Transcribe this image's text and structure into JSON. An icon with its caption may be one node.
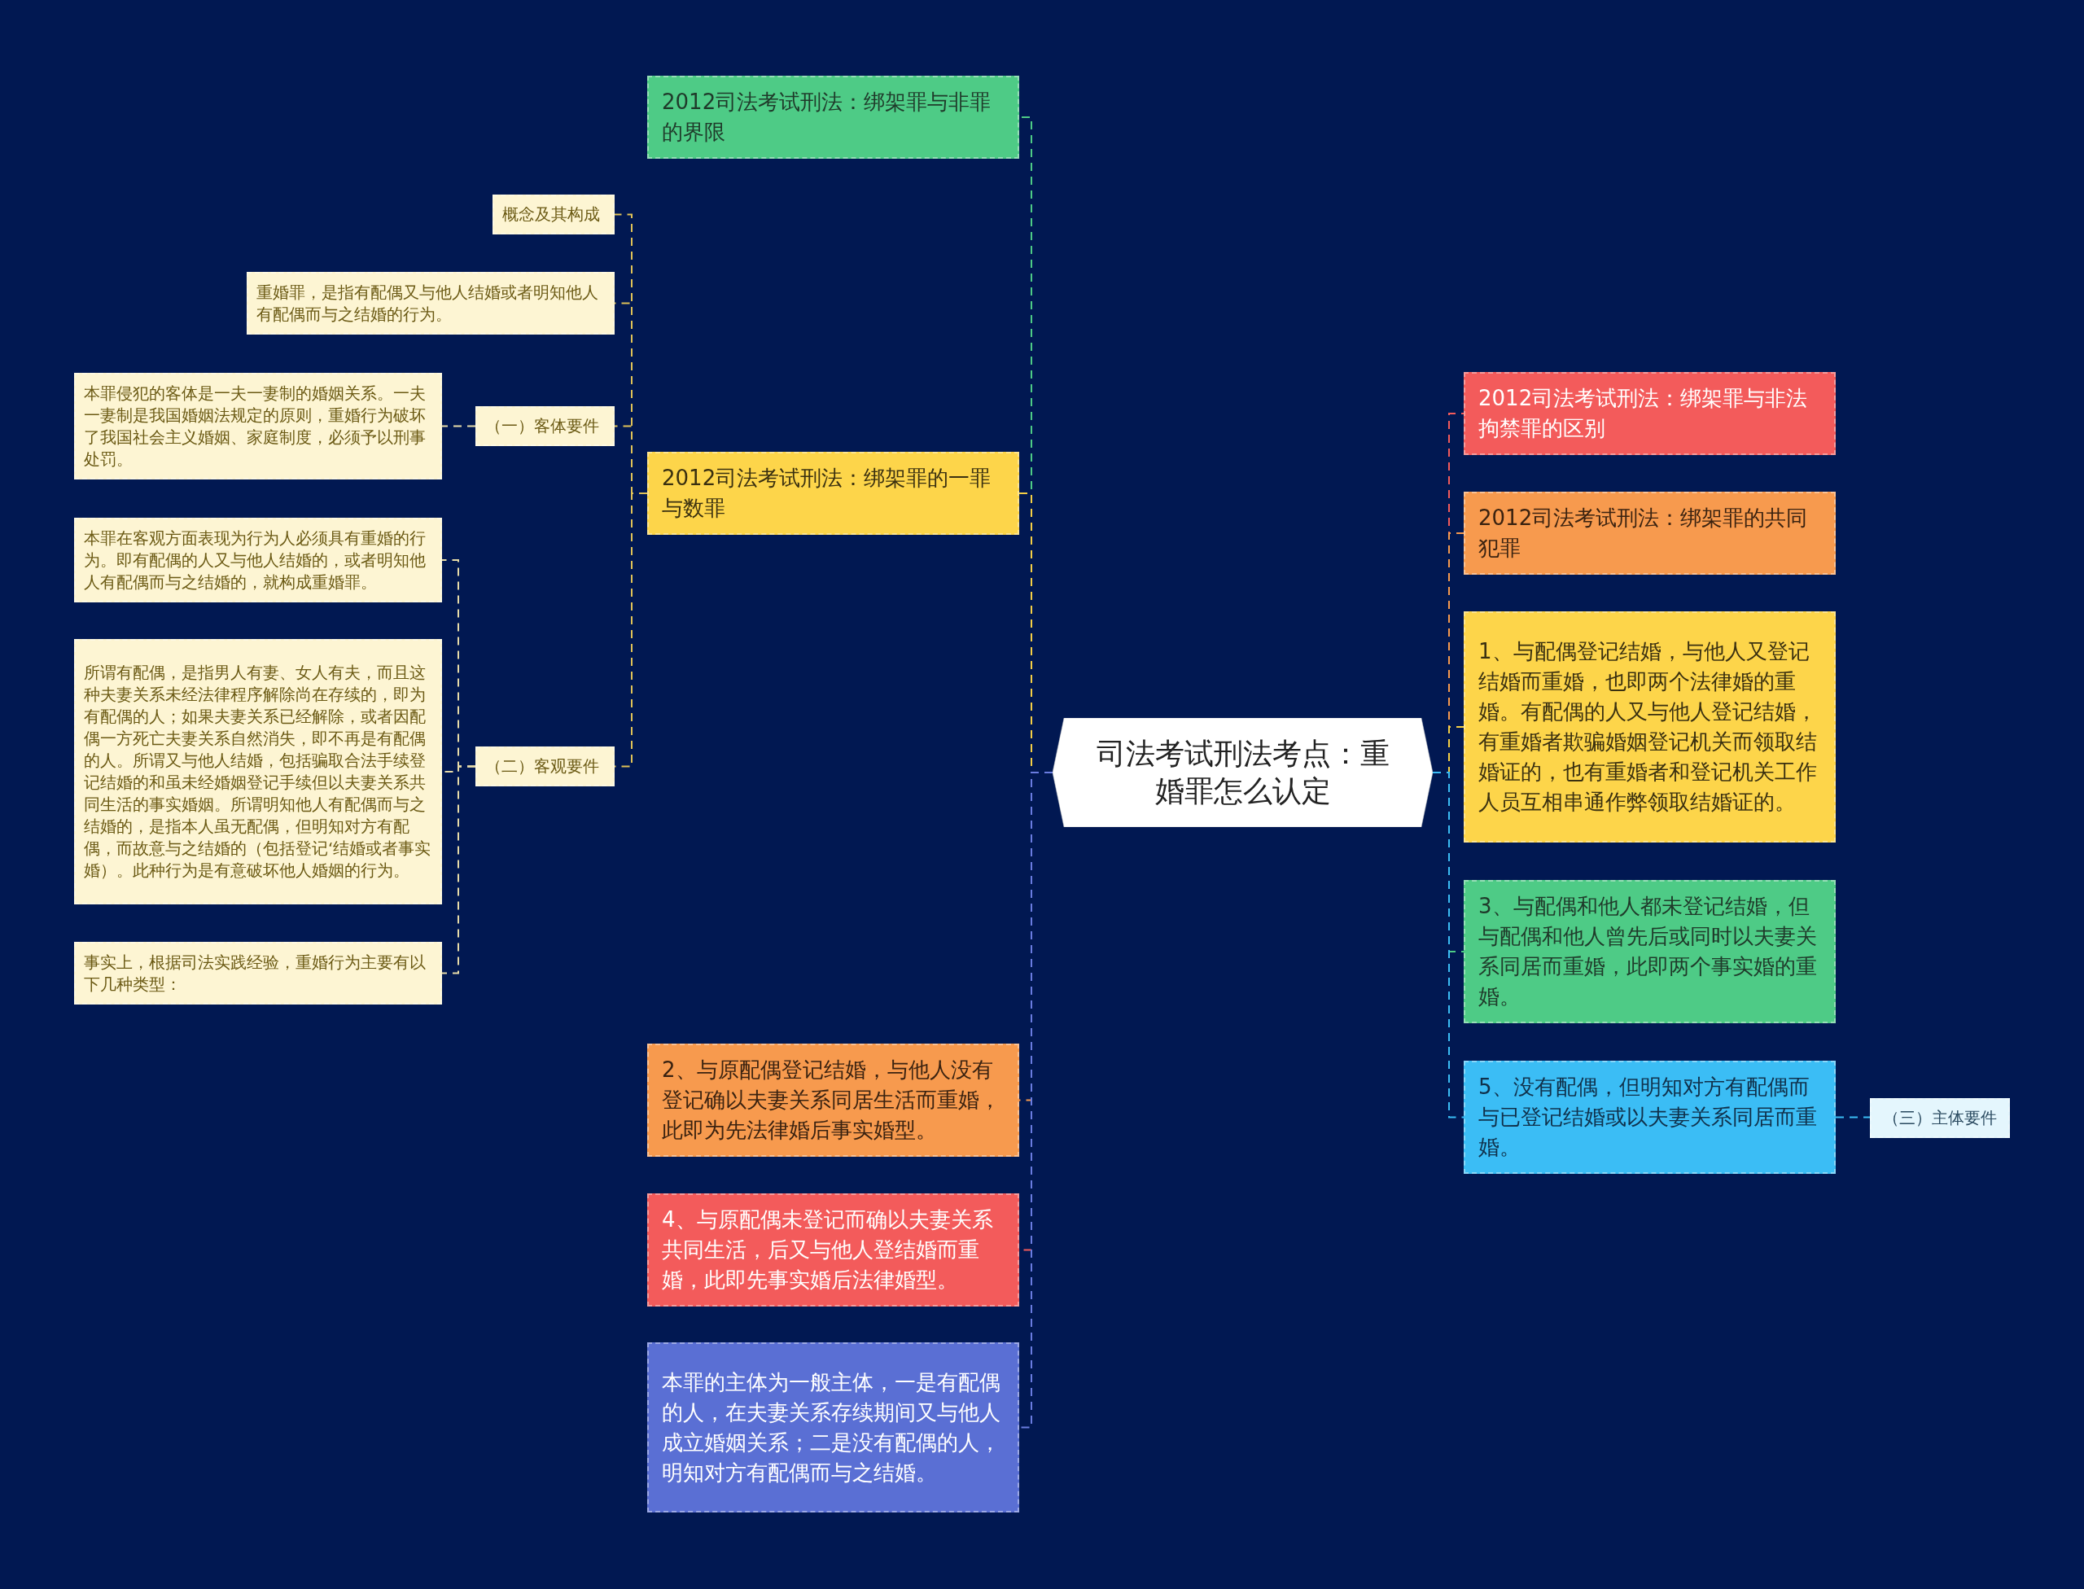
{
  "diagram": {
    "nodes": [
      {
        "text": [
          "司法考试刑法考点：重婚罪怎么认定"
        ]
      },
      {
        "text": [
          "2012司法考试刑法：绑架罪与非罪的界限"
        ]
      },
      {
        "text": [
          "2012司法考试刑法：绑架罪的一罪与数罪"
        ]
      },
      {
        "text": [
          "概念及其构成"
        ]
      },
      {
        "text": [
          "重婚罪，是指有配偶又与他人结婚或者明知他人有配偶而与之结婚的行为。"
        ]
      },
      {
        "text": [
          "（一）客体要件"
        ]
      },
      {
        "text": [
          "本罪侵犯的客体是一夫一妻制的婚姻关系。一夫一妻制是我国婚姻法规定的原则，重婚行为破坏了我国社会主义婚姻、家庭制度，必须予以刑事处罚。"
        ]
      },
      {
        "text": [
          "（二）客观要件"
        ]
      },
      {
        "text": [
          "本罪在客观方面表现为行为人必须具有重婚的行为。即有配偶的人又与他人结婚的，或者明知他人有配偶而与之结婚的，就构成重婚罪。"
        ]
      },
      {
        "text": [
          "所谓有配偶，是指男人有妻、女人有夫，而且这种夫妻关系未经法律程序解除尚在存续的，即为有配偶的人；如果夫妻关系已经解除，或者因配偶一方死亡夫妻关系自然消失，即不再是有配偶的人。所谓又与他人结婚，包括骗取合法手续登记结婚的和虽未经婚姻登记手续但以夫妻关系共同生活的事实婚姻。所谓明知他人有配偶而与之结婚的，是指本人虽无配偶，但明知对方有配偶，而故意与之结婚的（包括登记‘结婚或者事实婚）。此种行为是有意破坏他人婚姻的行为。"
        ]
      },
      {
        "text": [
          "事实上，根据司法实践经验，重婚行为主要有以下几种类型："
        ]
      },
      {
        "text": [
          "2、与原配偶登记结婚，与他人没有登记确以夫妻关系同居生活而重婚，此即为先法律婚后事实婚型。"
        ]
      },
      {
        "text": [
          "4、与原配偶未登记而确以夫妻关系共同生活，后又与他人登结婚而重婚，此即先事实婚后法律婚型。"
        ]
      },
      {
        "text": [
          "本罪的主体为一般主体，一是有配偶的人，在夫妻关系存续期间又与他人成立婚姻关系；二是没有配偶的人，明知对方有配偶而与之结婚。"
        ]
      },
      {
        "text": [
          "2012司法考试刑法：绑架罪与非法拘禁罪的区别"
        ]
      },
      {
        "text": [
          "2012司法考试刑法：绑架罪的共同犯罪"
        ]
      },
      {
        "text": [
          "1、与配偶登记结婚，与他人又登记结婚而重婚，也即两个法律婚的重婚。有配偶的人又与他人登记结婚，有重婚者欺骗婚姻登记机关而领取结婚证的，也有重婚者和登记机关工作人员互相串通作弊领取结婚证的。"
        ]
      },
      {
        "text": [
          "3、与配偶和他人都未登记结婚，但与配偶和他人曾先后或同时以夫妻关系同居而重婚，此即两个事实婚的重婚。"
        ]
      },
      {
        "text": [
          "5、没有配偶，但明知对方有配偶而与已登记结婚或以夫妻关系同居而重婚。"
        ]
      },
      {
        "text": [
          "（三）主体要件"
        ]
      }
    ],
    "edges": [
      {
        "from": 0,
        "to": 1,
        "arrow": "none",
        "style": "dashed",
        "color": "#4ecb86"
      },
      {
        "from": 0,
        "to": 2,
        "arrow": "none",
        "style": "dashed",
        "color": "#f5cf45"
      },
      {
        "from": 2,
        "to": 3,
        "arrow": "none",
        "style": "dashed",
        "color": "#e0c257"
      },
      {
        "from": 2,
        "to": 4,
        "arrow": "none",
        "style": "dashed",
        "color": "#e0c257"
      },
      {
        "from": 2,
        "to": 5,
        "arrow": "none",
        "style": "dashed",
        "color": "#e0c257"
      },
      {
        "from": 5,
        "to": 6,
        "arrow": "none",
        "style": "dashed",
        "color": "#e8dca8"
      },
      {
        "from": 2,
        "to": 7,
        "arrow": "none",
        "style": "dashed",
        "color": "#e0c257"
      },
      {
        "from": 7,
        "to": 8,
        "arrow": "none",
        "style": "dashed",
        "color": "#e8dca8"
      },
      {
        "from": 7,
        "to": 9,
        "arrow": "none",
        "style": "dashed",
        "color": "#e8dca8"
      },
      {
        "from": 7,
        "to": 10,
        "arrow": "none",
        "style": "dashed",
        "color": "#e8dca8"
      },
      {
        "from": 0,
        "to": 11,
        "arrow": "none",
        "style": "dashed",
        "color": "#f79a4e"
      },
      {
        "from": 0,
        "to": 12,
        "arrow": "none",
        "style": "dashed",
        "color": "#f35b5b"
      },
      {
        "from": 0,
        "to": 13,
        "arrow": "none",
        "style": "dashed",
        "color": "#6a7ce0"
      },
      {
        "from": 0,
        "to": 14,
        "arrow": "none",
        "style": "dashed",
        "color": "#f35b5b"
      },
      {
        "from": 0,
        "to": 15,
        "arrow": "none",
        "style": "dashed",
        "color": "#f79a4e"
      },
      {
        "from": 0,
        "to": 16,
        "arrow": "none",
        "style": "dashed",
        "color": "#f5cf45"
      },
      {
        "from": 0,
        "to": 17,
        "arrow": "none",
        "style": "dashed",
        "color": "#4ecb86"
      },
      {
        "from": 0,
        "to": 18,
        "arrow": "none",
        "style": "dashed",
        "color": "#3bbdf5"
      },
      {
        "from": 18,
        "to": 19,
        "arrow": "none",
        "style": "dashed",
        "color": "#3bbdf5"
      }
    ]
  }
}
